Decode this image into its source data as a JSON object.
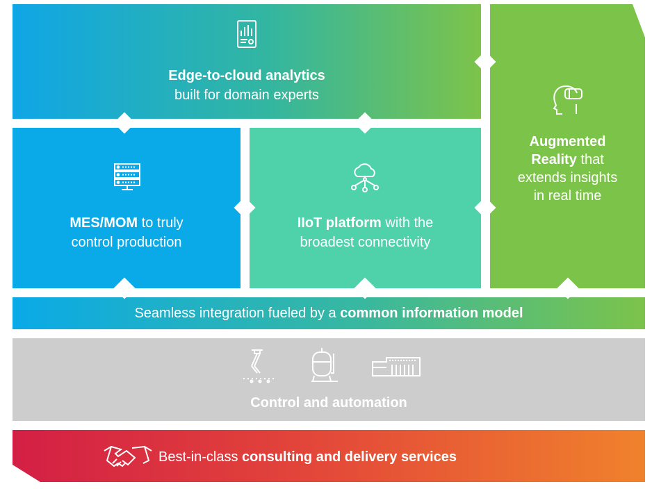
{
  "edge": {
    "bold": "Edge-to-cloud analytics",
    "sub": "built for domain experts"
  },
  "mes": {
    "bold": "MES/MOM",
    "rest": " to truly",
    "line2": "control production"
  },
  "iiot": {
    "bold": "IIoT platform",
    "rest": " with the",
    "line2": "broadest connectivity"
  },
  "ar": {
    "line1": "Augmented",
    "line2_bold": "Reality",
    "line2_rest": " that",
    "line3": "extends insights",
    "line4": "in real time"
  },
  "integration": {
    "plain": "Seamless integration fueled by a ",
    "bold": "common information model"
  },
  "control": {
    "label": "Control and automation"
  },
  "services": {
    "plain": "Best-in-class ",
    "bold": "consulting and delivery services"
  },
  "icons": [
    "tablet-chart-icon",
    "server-rack-icon",
    "cloud-network-icon",
    "vr-headset-icon",
    "robot-arm-icon",
    "tank-icon",
    "plc-module-icon",
    "handshake-icon"
  ],
  "colors": {
    "blue": "#0aaae8",
    "teal": "#4fd1a9",
    "green": "#7cc34a",
    "gray": "#cdcdcd",
    "red": "#d31f45",
    "orange": "#f0822c"
  }
}
